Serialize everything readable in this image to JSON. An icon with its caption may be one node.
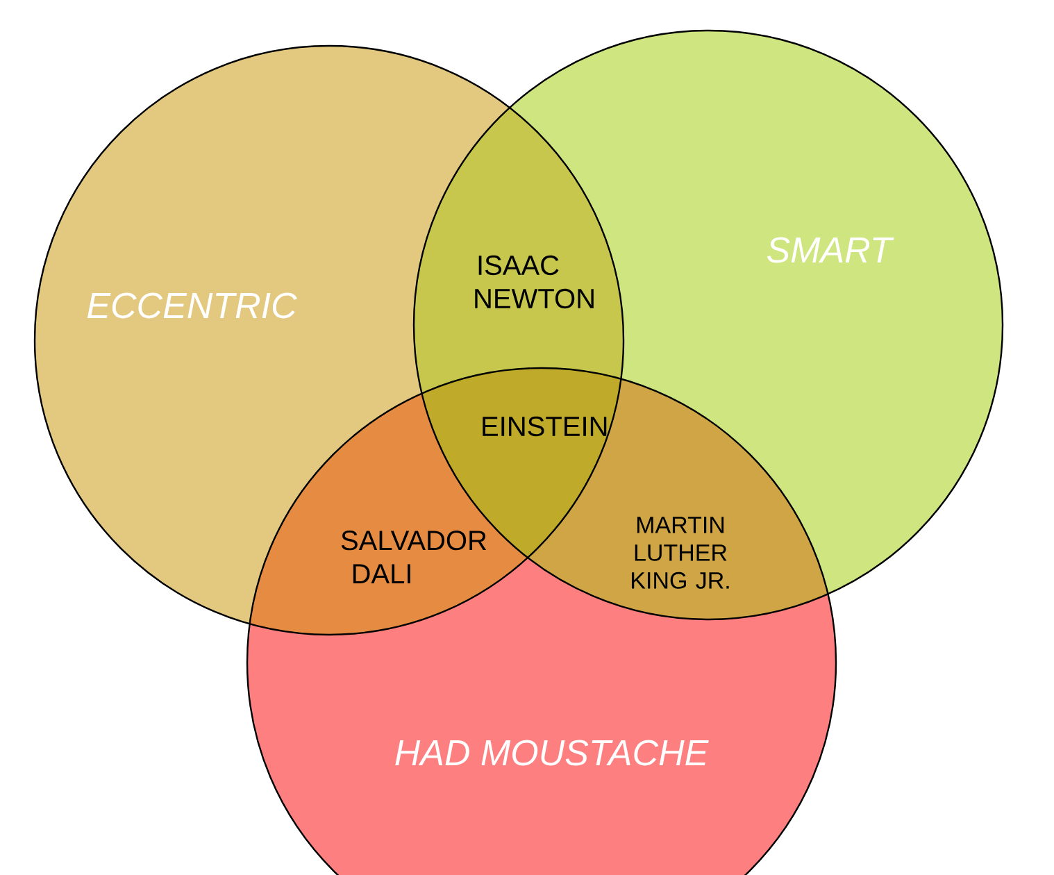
{
  "diagram": {
    "nodes": [
      {
        "text": [
          "ECCENTRIC"
        ]
      },
      {
        "text": [
          "SMART"
        ]
      },
      {
        "text": [
          "HAD MOUSTACHE"
        ]
      }
    ],
    "labels": [
      "ISAAC NEWTON",
      "EINSTEIN",
      "SALVADOR DALI",
      "MARTIN LUTHER KING JR."
    ]
  }
}
